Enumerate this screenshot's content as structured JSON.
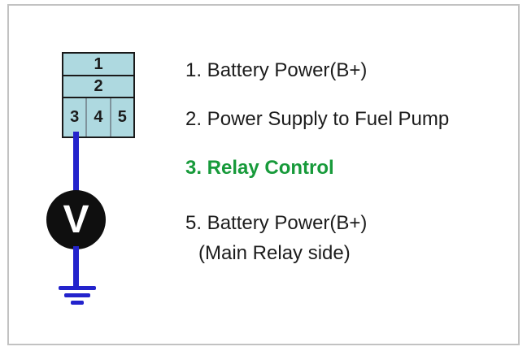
{
  "connector": {
    "pin1": "1",
    "pin2": "2",
    "pin3": "3",
    "pin4": "4",
    "pin5": "5"
  },
  "voltmeter": {
    "label": "V"
  },
  "legend": {
    "item1": "1. Battery Power(B+)",
    "item2": "2. Power Supply to Fuel Pump",
    "item3": "3. Relay Control",
    "item5_line1": "5. Battery Power(B+)",
    "item5_line2": "(Main Relay side)"
  },
  "icons": {
    "voltmeter_icon": "voltmeter-circle-icon",
    "ground_icon": "ground-symbol-icon"
  },
  "colors": {
    "connector_fill": "#aed9e0",
    "connector_border": "#1a1a1a",
    "wire_blue": "#2323cc",
    "relay_control_green": "#179a3a",
    "meter_black": "#0f0f0f",
    "frame_border_gray": "#c2c2c2"
  }
}
